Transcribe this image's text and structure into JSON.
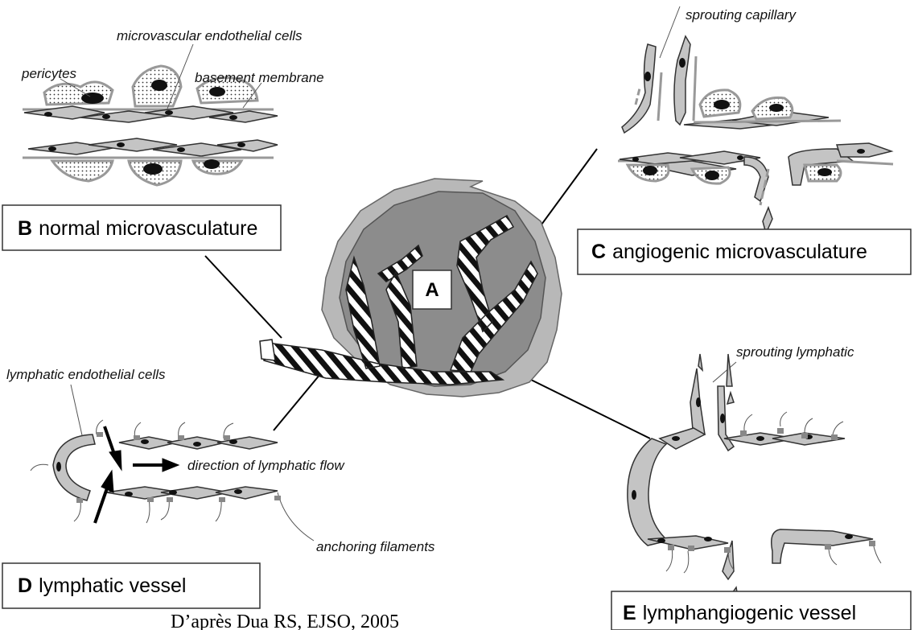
{
  "center_label": "A",
  "panels": {
    "b": {
      "letter": "B",
      "title": "normal microvasculature"
    },
    "c": {
      "letter": "C",
      "title": "angiogenic microvasculature"
    },
    "d": {
      "letter": "D",
      "title": "lymphatic vessel"
    },
    "e": {
      "letter": "E",
      "title": "lymphangiogenic vessel"
    }
  },
  "annotations": {
    "microvascular_endothelial_cells": "microvascular endothelial cells",
    "pericytes": "pericytes",
    "basement_membrane": "basement membrane",
    "sprouting_capillary": "sprouting capillary",
    "sprouting_lymphatic": "sprouting lymphatic",
    "lymphatic_endothelial_cells": "lymphatic endothelial cells",
    "direction_of_lymphatic_flow": "direction of lymphatic flow",
    "anchoring_filaments": "anchoring filaments"
  },
  "credit": "D’après Dua RS, EJSO, 2005",
  "colors": {
    "tumor": "#8c8c8c",
    "tumor_rim": "#b8b8b8",
    "cell_fill": "#c4c4c4",
    "cell_stroke": "#333333",
    "membrane": "#9a9a9a",
    "nucleus": "#111111"
  }
}
